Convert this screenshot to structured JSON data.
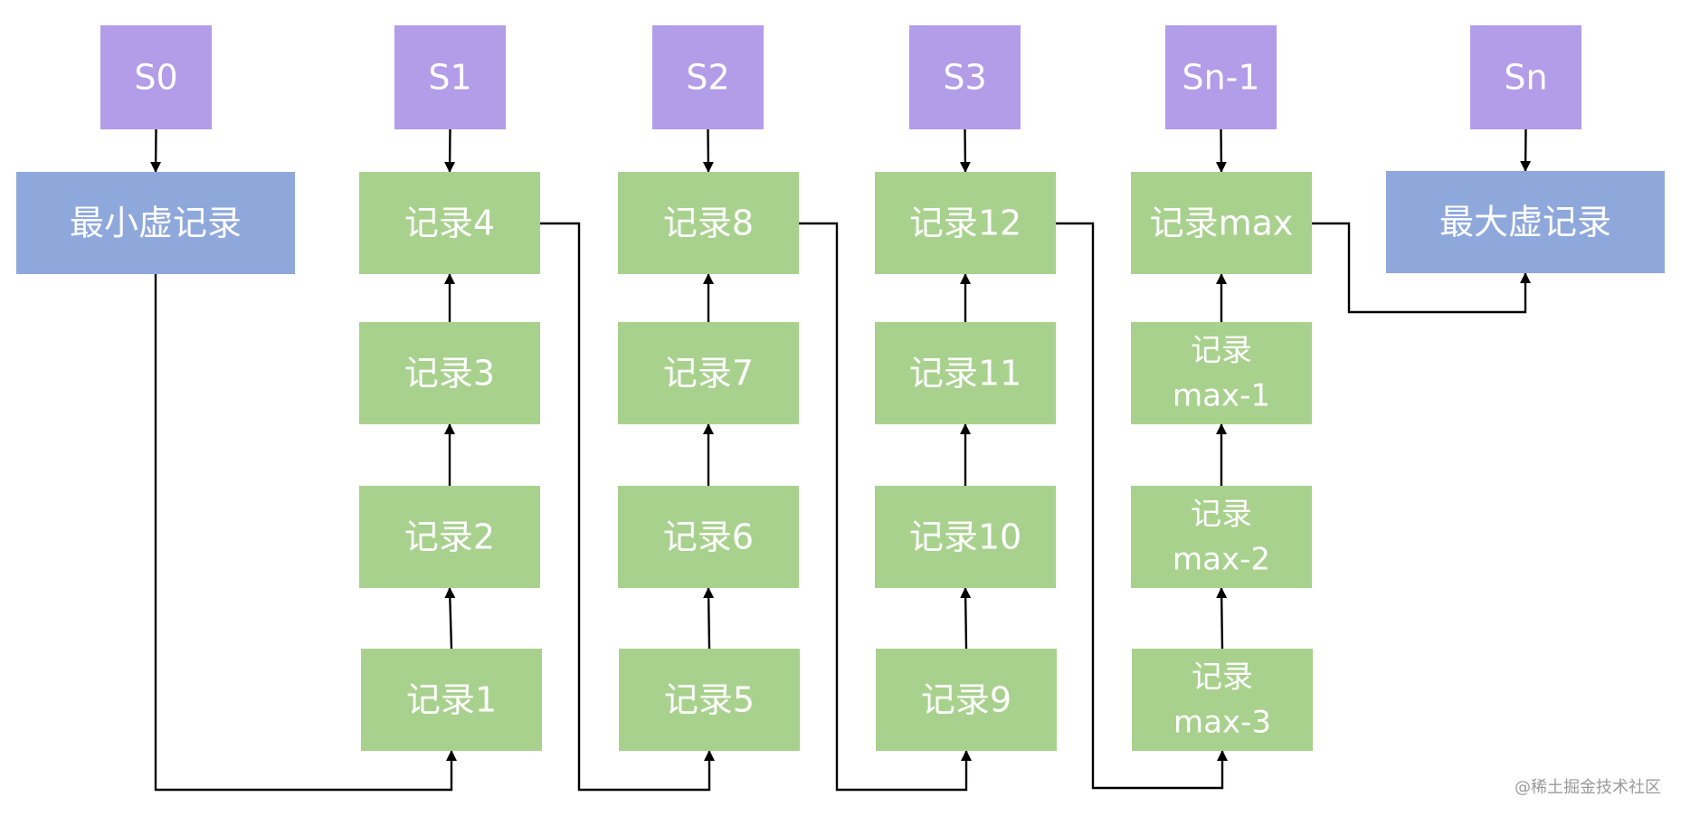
{
  "colors": {
    "slot": "#b39ce8",
    "virtual_record": "#8fa8dc",
    "record": "#a9d18e",
    "edge": "#000000",
    "text": "#ffffff"
  },
  "slots": [
    {
      "id": "s0",
      "label": "S0"
    },
    {
      "id": "s1",
      "label": "S1"
    },
    {
      "id": "s2",
      "label": "S2"
    },
    {
      "id": "s3",
      "label": "S3"
    },
    {
      "id": "sn1",
      "label": "Sn-1"
    },
    {
      "id": "sn",
      "label": "Sn"
    }
  ],
  "virtual_records": [
    {
      "id": "infimum",
      "label": "最小虚记录"
    },
    {
      "id": "supremum",
      "label": "最大虚记录"
    }
  ],
  "records": [
    {
      "id": "r1",
      "lines": [
        "记录1"
      ]
    },
    {
      "id": "r2",
      "lines": [
        "记录2"
      ]
    },
    {
      "id": "r3",
      "lines": [
        "记录3"
      ]
    },
    {
      "id": "r4",
      "lines": [
        "记录4"
      ]
    },
    {
      "id": "r5",
      "lines": [
        "记录5"
      ]
    },
    {
      "id": "r6",
      "lines": [
        "记录6"
      ]
    },
    {
      "id": "r7",
      "lines": [
        "记录7"
      ]
    },
    {
      "id": "r8",
      "lines": [
        "记录8"
      ]
    },
    {
      "id": "r9",
      "lines": [
        "记录9"
      ]
    },
    {
      "id": "r10",
      "lines": [
        "记录10"
      ]
    },
    {
      "id": "r11",
      "lines": [
        "记录11"
      ]
    },
    {
      "id": "r12",
      "lines": [
        "记录12"
      ]
    },
    {
      "id": "rmax3",
      "lines": [
        "记录",
        "max-3"
      ]
    },
    {
      "id": "rmax2",
      "lines": [
        "记录",
        "max-2"
      ]
    },
    {
      "id": "rmax1",
      "lines": [
        "记录",
        "max-1"
      ]
    },
    {
      "id": "rmax",
      "lines": [
        "记录max"
      ]
    }
  ],
  "edges": [
    {
      "from": "s0",
      "to": "infimum"
    },
    {
      "from": "s1",
      "to": "r4"
    },
    {
      "from": "s2",
      "to": "r8"
    },
    {
      "from": "s3",
      "to": "r12"
    },
    {
      "from": "sn1",
      "to": "rmax"
    },
    {
      "from": "sn",
      "to": "supremum"
    },
    {
      "from": "infimum",
      "to": "r1"
    },
    {
      "from": "r1",
      "to": "r2"
    },
    {
      "from": "r2",
      "to": "r3"
    },
    {
      "from": "r3",
      "to": "r4"
    },
    {
      "from": "r4",
      "to": "r5"
    },
    {
      "from": "r5",
      "to": "r6"
    },
    {
      "from": "r6",
      "to": "r7"
    },
    {
      "from": "r7",
      "to": "r8"
    },
    {
      "from": "r8",
      "to": "r9"
    },
    {
      "from": "r9",
      "to": "r10"
    },
    {
      "from": "r10",
      "to": "r11"
    },
    {
      "from": "r11",
      "to": "r12"
    },
    {
      "from": "r12",
      "to": "rmax3"
    },
    {
      "from": "rmax3",
      "to": "rmax2"
    },
    {
      "from": "rmax2",
      "to": "rmax1"
    },
    {
      "from": "rmax1",
      "to": "rmax"
    },
    {
      "from": "rmax",
      "to": "supremum"
    }
  ],
  "watermark": "@稀土掘金技术社区"
}
